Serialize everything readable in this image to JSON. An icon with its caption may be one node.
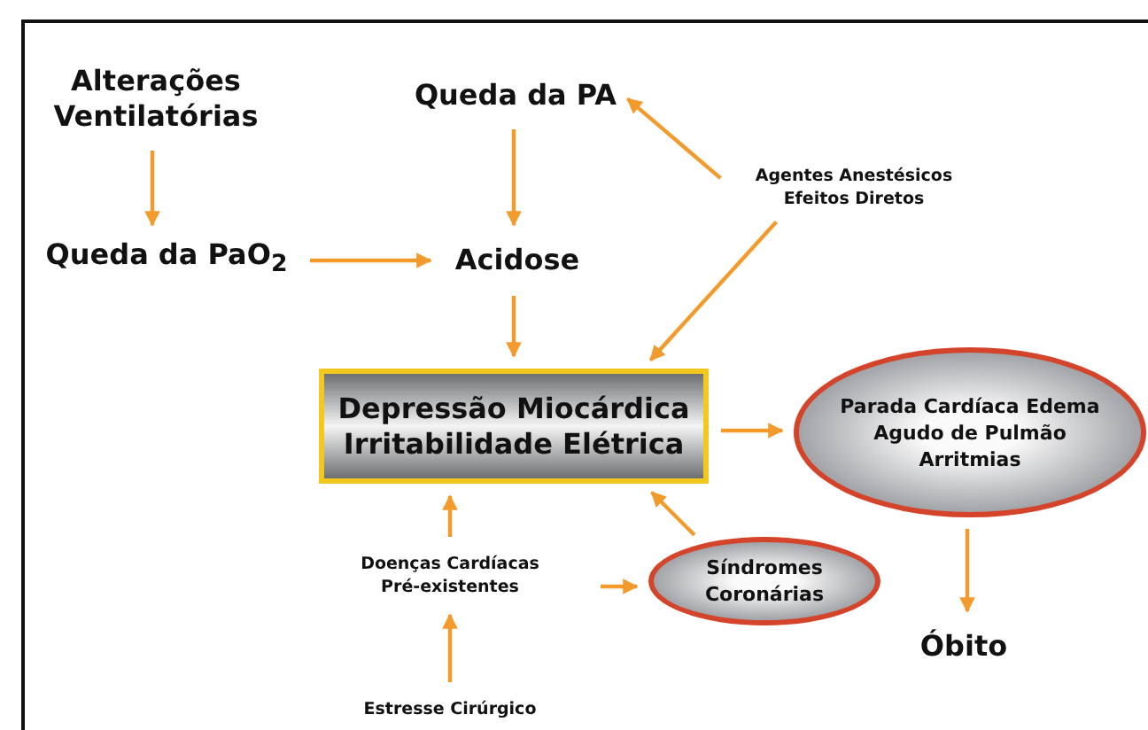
{
  "diagram": {
    "nodes": [
      {
        "text": [
          "Alterações Ventilatórias"
        ]
      },
      {
        "text": [
          "Queda da PA"
        ]
      },
      {
        "text": [
          "Agentes Anestésicos Efeitos Diretos"
        ]
      },
      {
        "text": [
          "Queda da PaO$_{2}$"
        ]
      },
      {
        "text": [
          "Acidose"
        ]
      },
      {
        "text": [
          "Depressão Miocárdica Irritabilidade Elétrica"
        ]
      },
      {
        "text": [
          "Parada Cardíaca Edema Agudo de Pulmão Arritmias"
        ]
      },
      {
        "text": [
          "Doenças Cardíacas Pré-existentes"
        ]
      },
      {
        "text": [
          "Síndromes Coronárias"
        ]
      },
      {
        "text": [
          "Óbito"
        ]
      },
      {
        "text": [
          "Estresse Cirúrgico"
        ]
      }
    ],
    "edges": [
      {
        "from": 0,
        "to": 3,
        "arrow": "to"
      },
      {
        "from": 1,
        "to": 4,
        "arrow": "to"
      },
      {
        "from": 2,
        "to": 1,
        "arrow": "to"
      },
      {
        "from": 2,
        "to": 5,
        "arrow": "to"
      },
      {
        "from": 3,
        "to": 4,
        "arrow": "to"
      },
      {
        "from": 4,
        "to": 5,
        "arrow": "to"
      },
      {
        "from": 5,
        "to": 6,
        "arrow": "to"
      },
      {
        "from": 7,
        "to": 5,
        "arrow": "to"
      },
      {
        "from": 8,
        "to": 5,
        "arrow": "to"
      },
      {
        "from": 7,
        "to": 8,
        "arrow": "to"
      },
      {
        "from": 6,
        "to": 9,
        "arrow": "to"
      },
      {
        "from": 10,
        "to": 7,
        "arrow": "to"
      }
    ]
  }
}
